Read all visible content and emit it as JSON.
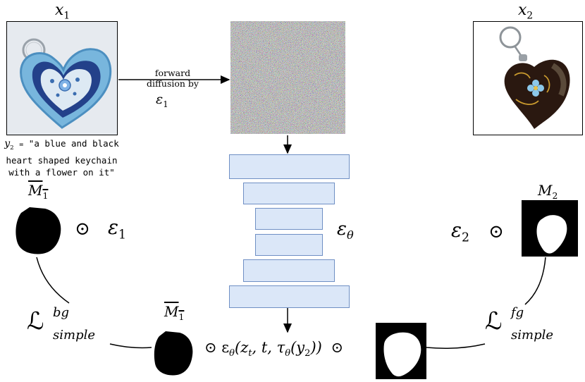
{
  "labels": {
    "x1": "x",
    "x1_sub": "1",
    "x2": "x",
    "x2_sub": "2",
    "y2_label": "y",
    "y2_sub": "2",
    "y2_eq": "=",
    "prompt_line1": "\"a blue and black",
    "prompt_line2": "heart shaped keychain",
    "prompt_line3": "with a flower on it\"",
    "forward_line1": "forward",
    "forward_line2": "diffusion by",
    "eps1_arrow": "ε",
    "eps1_arrow_sub": "1",
    "m1_top": "M",
    "m1_top_sub": "1",
    "m2": "M",
    "m2_sub": "2",
    "m1_bottom": "M",
    "m1_bottom_sub": "1",
    "odot": "⊙",
    "eps1": "ε",
    "eps1_sub": "1",
    "eps2": "ε",
    "eps2_sub": "2",
    "eps_theta": "ε",
    "eps_theta_sub": "θ",
    "loss_bg": "ℒ",
    "loss_bg_sup": "bg",
    "loss_bg_sub": "simple",
    "loss_fg": "ℒ",
    "loss_fg_sup": "fg",
    "loss_fg_sub": "simple",
    "eq_prefix": "⊙ ε",
    "eq_theta": "θ",
    "eq_args_open": "(z",
    "eq_t": "t",
    "eq_mid": ", t, τ",
    "eq_theta2": "θ",
    "eq_y": "(y",
    "eq_y_sub": "2",
    "eq_close": "))",
    "eq_suffix": "⊙"
  },
  "icons": {
    "x1_image": "blue-felt-heart-keychain",
    "x2_image": "black-heart-keychain",
    "noise_image": "gaussian-noise",
    "unet": "unet-blocks",
    "mask_bg": "inverted-mask",
    "mask_fg": "foreground-mask"
  },
  "colors": {
    "unet_fill": "#dbe7f8",
    "unet_border": "#6f8fc4"
  }
}
